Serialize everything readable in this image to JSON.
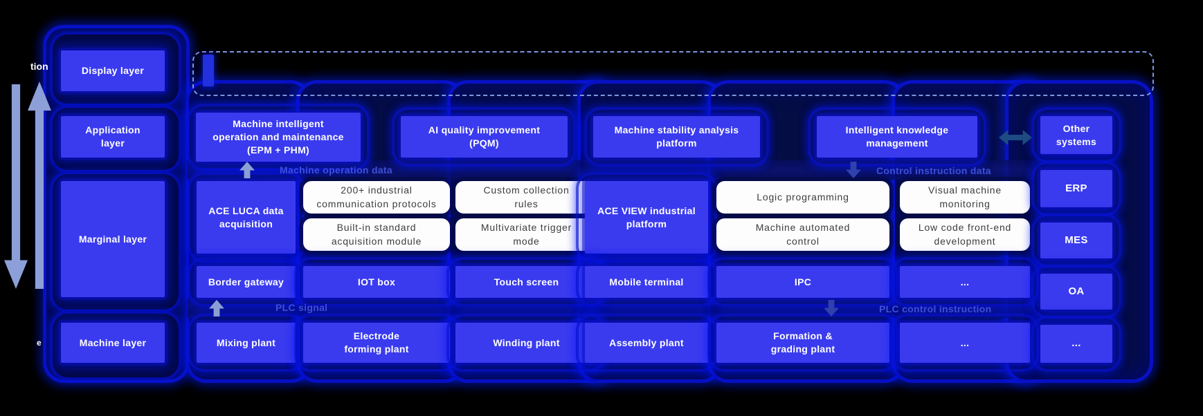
{
  "diagram": {
    "layers": [
      {
        "label": "Display layer"
      },
      {
        "label": "Application layer"
      },
      {
        "label": "Marginal layer"
      },
      {
        "label": "Machine layer"
      }
    ],
    "application_row": {
      "boxes": [
        {
          "label": "Machine intelligent operation and maintenance (EPM + PHM)"
        },
        {
          "label": "AI quality improvement (PQM)"
        },
        {
          "label": "Machine stability analysis platform"
        },
        {
          "label": "Intelligent knowledge management"
        }
      ]
    },
    "flow_labels": {
      "machine_operation_data": "Machine operation data",
      "control_instruction_data": "Control instruction data",
      "plc_signal": "PLC signal",
      "plc_control_instruction": "PLC control instruction"
    },
    "marginal_row": {
      "ace_luca": "ACE LUCA data acquisition",
      "acquisition_features": [
        "200+ industrial communication protocols",
        "Built-in standard acquisition module"
      ],
      "collection_features": [
        "Custom collection rules",
        "Multivariate trigger mode"
      ],
      "ace_view": "ACE VIEW industrial platform",
      "control_features": [
        "Logic programming",
        "Machine automated control"
      ],
      "dev_features": [
        "Visual machine monitoring",
        "Low code front-end development"
      ],
      "devices": [
        "Border gateway",
        "IOT box",
        "Touch screen",
        "Mobile terminal",
        "IPC",
        "..."
      ]
    },
    "machine_row": [
      "Mixing plant",
      "Electrode forming plant",
      "Winding plant",
      "Assembly plant",
      "Formation & grading plant",
      "..."
    ],
    "external_systems": {
      "title": "Other systems",
      "items": [
        "ERP",
        "MES",
        "OA",
        "..."
      ]
    },
    "clipped_text": {
      "top": "tion",
      "bottom": "e"
    },
    "colors": {
      "box_blue": "#3a3bef",
      "glow_blue": "#0016ff",
      "capsule_navy": "#050d45",
      "white_box_bg": "#fdfdfd",
      "white_box_text": "#3d3d3d",
      "flow_label_blue": "#3e4fd8",
      "arrow_light": "#8c9fd8",
      "arrow_dark": "#2e41ad",
      "double_arrow": "#1d4b82",
      "dashed_border": "#7d96e0"
    }
  }
}
